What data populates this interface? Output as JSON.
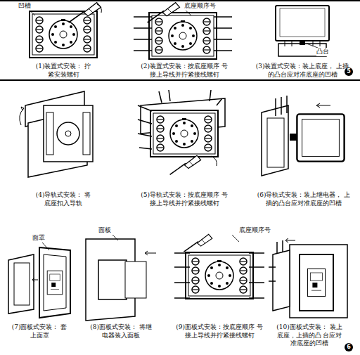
{
  "diagram": {
    "labels": [
      "凹槽",
      "底座顺序号",
      "凸台",
      "(1)装置式安装： 拧紧安装螺钉",
      "(2)装置式安装：按底座顺序 号接上导线并拧紧接线螺钉",
      "(3)装置式安装：装上底座， 上插的凸台应对准底座的凹槽",
      "5",
      "(4)导轨式安装： 将底座扣入导轨",
      "(5)导轨式安装：按底座顺序 号接上导线并拧紧接线螺钉",
      "(6)导轨式安装：装上继电器， 上插的凸台应对准底座的凹槽",
      "面罩",
      "面板",
      "底座顺序号",
      "(7)面板式安装： 套上面罩",
      "(8)面板式安装： 将继电器装入面板",
      "(9)面板式安装：按底座顺序 号接上导线并拧紧接线螺钉",
      "(10)面板式安装： 装上底座，上插的凸 台应对准底座的凹槽",
      "6"
    ]
  }
}
